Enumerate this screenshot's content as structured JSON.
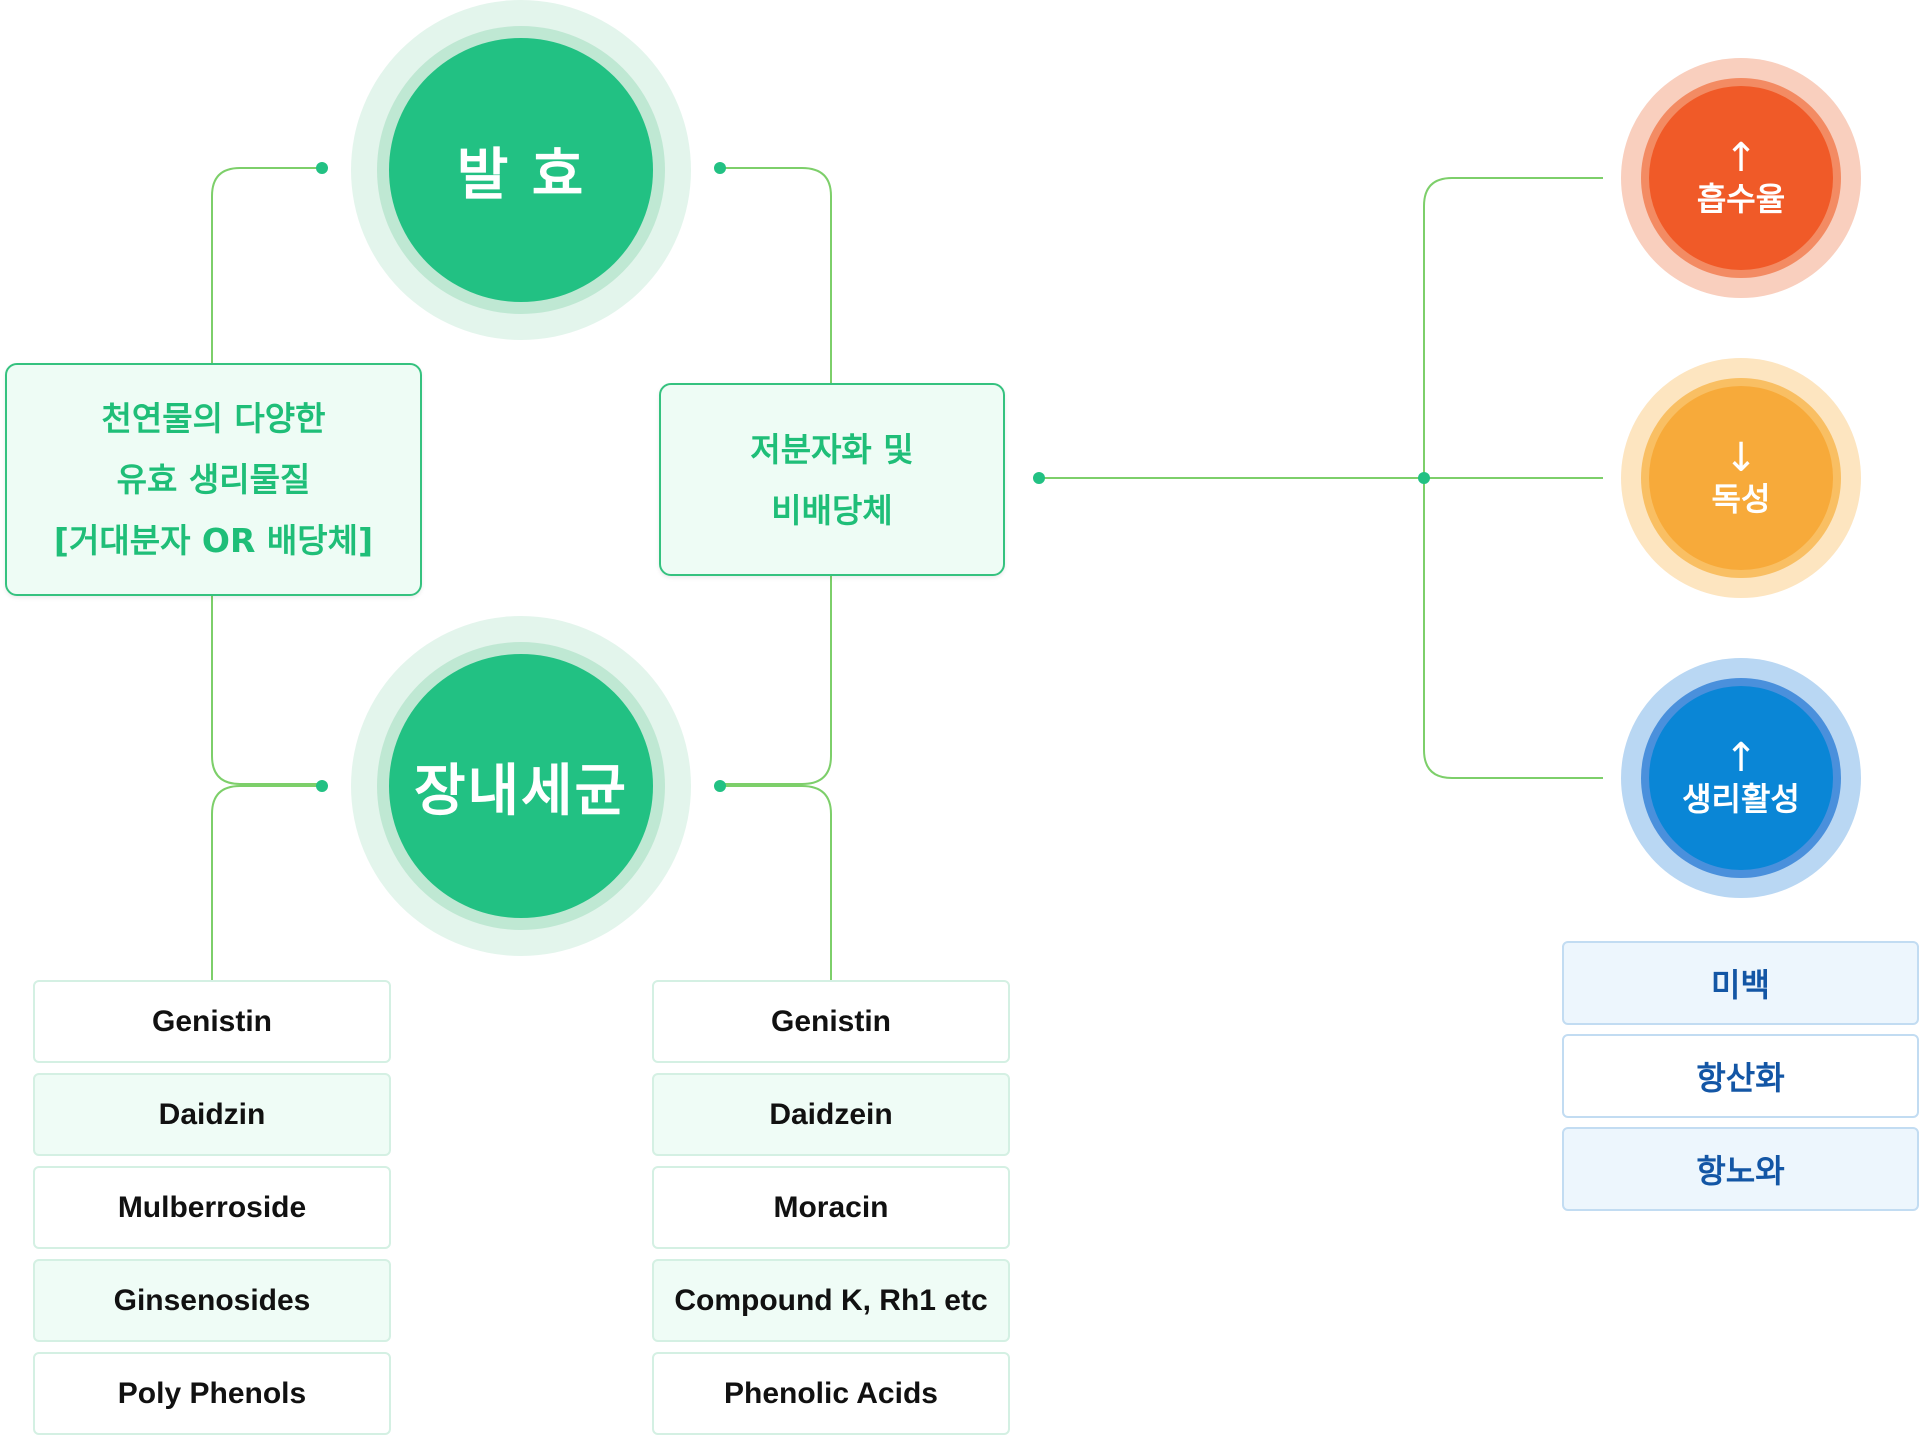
{
  "fermentation": {
    "label": "발 효"
  },
  "gut_bacteria": {
    "label": "장내세균"
  },
  "natural_box": {
    "lines": [
      "천연물의 다양한",
      "유효 생리물질",
      "[거대분자 OR 배당체]"
    ]
  },
  "aglycone_box": {
    "lines": [
      "저분자화 및",
      "비배당체"
    ]
  },
  "left_list": [
    "Genistin",
    "Daidzin",
    "Mulberroside",
    "Ginsenosides",
    "Poly Phenols"
  ],
  "right_list": [
    "Genistin",
    "Daidzein",
    "Moracin",
    "Compound K, Rh1 etc",
    "Phenolic Acids"
  ],
  "effects": [
    {
      "arrow": "↑",
      "label": "흡수율",
      "color": "#f05a28"
    },
    {
      "arrow": "↓",
      "label": "독성",
      "color": "#f7aa3a"
    },
    {
      "arrow": "↑",
      "label": "생리활성",
      "color": "#0a86d6"
    }
  ],
  "benefits": [
    "미백",
    "항산화",
    "항노와"
  ],
  "colors": {
    "green": "#22c183",
    "line": "#7dcf6a",
    "box_border": "#35c27f"
  }
}
